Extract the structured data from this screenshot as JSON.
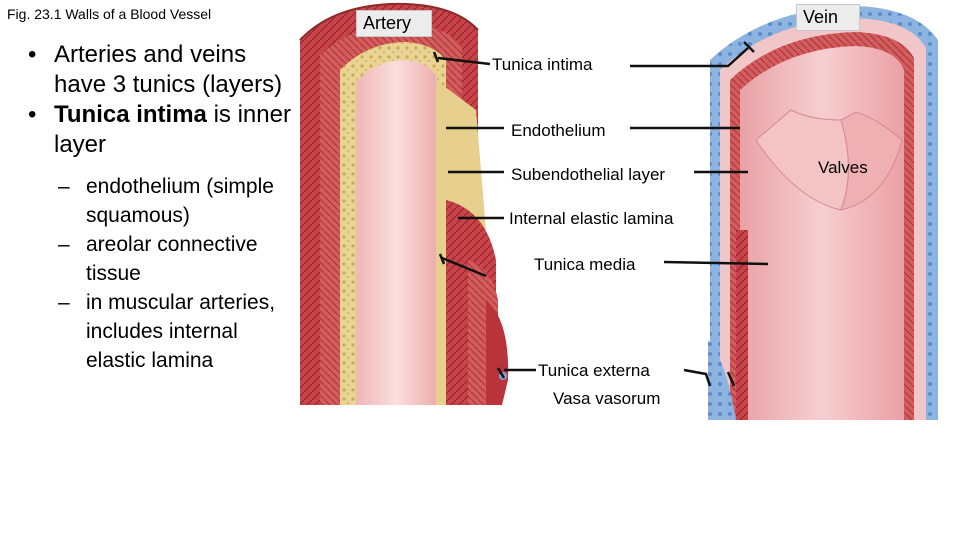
{
  "figure_caption": "Fig. 23.1  Walls of a Blood Vessel",
  "bullets": [
    {
      "text": "Arteries and veins have 3 tunics (layers)"
    },
    {
      "bold": "Tunica intima",
      "text": " is inner layer",
      "subpoints": [
        "endothelium (simple squamous)",
        "areolar connective tissue",
        "in muscular arteries, includes internal elastic lamina"
      ]
    }
  ],
  "labels": {
    "artery": "Artery",
    "vein": "Vein",
    "tunica_intima": "Tunica intima",
    "endothelium": "Endothelium",
    "subendothelial": "Subendothelial layer",
    "internal_elastic": "Internal elastic lamina",
    "tunica_media": "Tunica media",
    "tunica_externa": "Tunica externa",
    "vasa_vasorum": "Vasa vasorum",
    "valves": "Valves"
  },
  "colors": {
    "externa_red": "#b8343a",
    "media_red": "#d25a5c",
    "intima_pink": "#f2b8b8",
    "lumen_pink": "#f7d2d2",
    "connective_tan": "#e8d59a",
    "vasa_blue": "#7aa7d8"
  }
}
